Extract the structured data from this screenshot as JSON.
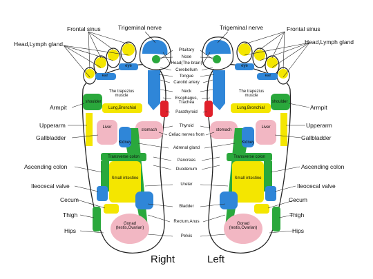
{
  "outer_labels": {
    "frontal_sinus": "Frontal sinus",
    "trigeminal_nerve": "Trigeminal nerve",
    "head_lymph_gland": "Head,Lymph gland",
    "armpit": "Armpit",
    "upperarm": "Upperarm",
    "gallbladder": "Gallbladder",
    "ascending_colon": "Ascending colon",
    "ileocecal_valve": "Ileocecal valve",
    "cecum": "Cecum",
    "thigh": "Thigh",
    "hips": "Hips"
  },
  "center_labels": {
    "pituitary": "Pituitary",
    "nose": "Nose",
    "head_brain": "Head(The brain)",
    "cerebellum": "Cerebellum",
    "tongue": "Tongue",
    "carotid_artery": "Carotid artery",
    "neck": "Neck",
    "esophagus": "Esophagus,",
    "trachea": "Trachea",
    "parathyroid": "Parathyroid",
    "thyroid": "Thyroid",
    "celiac": "Celiac nerves from",
    "adrenal": "Adrenal gland",
    "pancreas": "Pancreas",
    "duodenum": "Duodenum",
    "ureter": "Ureter",
    "bladder": "Bladder",
    "rectum_anus": "Rectum,Anus",
    "pelvis": "Pelvis"
  },
  "zone_labels": {
    "eye": "eye",
    "ear": "ear",
    "trapezius": "The trapezius muscle",
    "shoulder": "shoulder",
    "lung": "Lung,Bronchial",
    "liver": "Liver",
    "stomach": "stomach",
    "kidney": "Kidney",
    "transverse_colon": "Transverse colon",
    "small_intestine": "Small intestine",
    "gonad": "Gonad (testis,Ovarian)"
  },
  "foot_titles": {
    "right": "Right",
    "left": "Left"
  },
  "colors": {
    "yellow": "#f4e600",
    "green": "#2aa83c",
    "blue": "#2f86d8",
    "pink": "#f2b7c3",
    "red": "#e0202a",
    "outline": "#222222"
  }
}
